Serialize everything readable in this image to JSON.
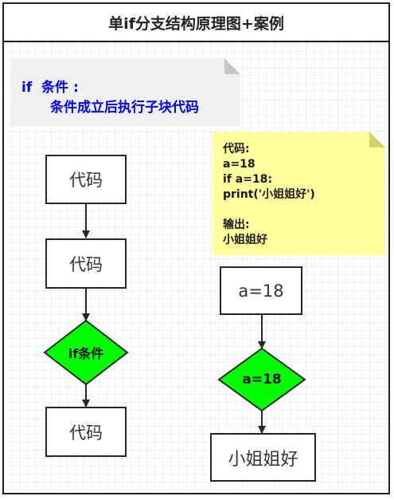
{
  "title": "单if分支结构原理图+案例",
  "syntax_note": {
    "line1": "if  条件 :",
    "line2": "条件成立后执行子块代码"
  },
  "example_note": {
    "code_label": "代码:",
    "code_lines": [
      "a=18",
      "if a=18:",
      "print('小姐姐好')"
    ],
    "output_label": "输出:",
    "output_value": "小姐姐好"
  },
  "left_flow": {
    "box1": "代码",
    "box2": "代码",
    "decision": "if条件",
    "box3": "代码"
  },
  "right_flow": {
    "box1": "a=18",
    "decision": "a=18",
    "box2": "小姐姐好"
  },
  "colors": {
    "decision_fill": "#00ff00",
    "syntax_text": "#0000ee",
    "code_note_fill": "#ffff9e"
  }
}
